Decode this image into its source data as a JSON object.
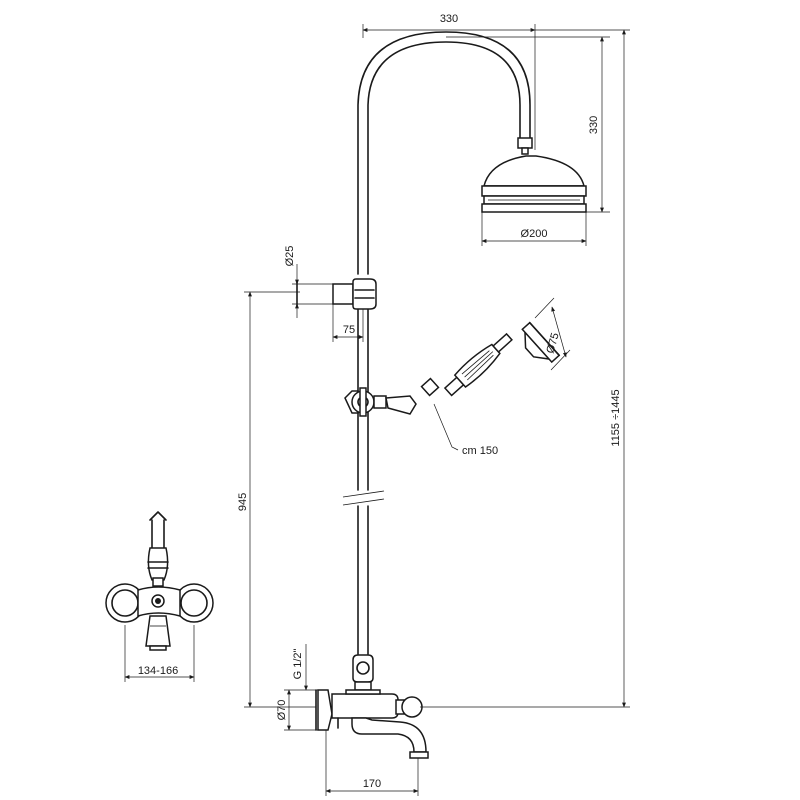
{
  "dimensions": {
    "top_width": "330",
    "head_height": "330",
    "head_diameter": "Ø200",
    "wall_pipe_diameter": "Ø25",
    "wall_offset": "75",
    "hand_shower_diameter": "Ø75",
    "hose_length": "cm 150",
    "total_height": "1155 ÷1445",
    "mixer_height": "945",
    "inlet_spacing": "134-166",
    "thread": "G 1/2\"",
    "escutcheon_diameter": "Ø70",
    "spout_reach": "170"
  }
}
